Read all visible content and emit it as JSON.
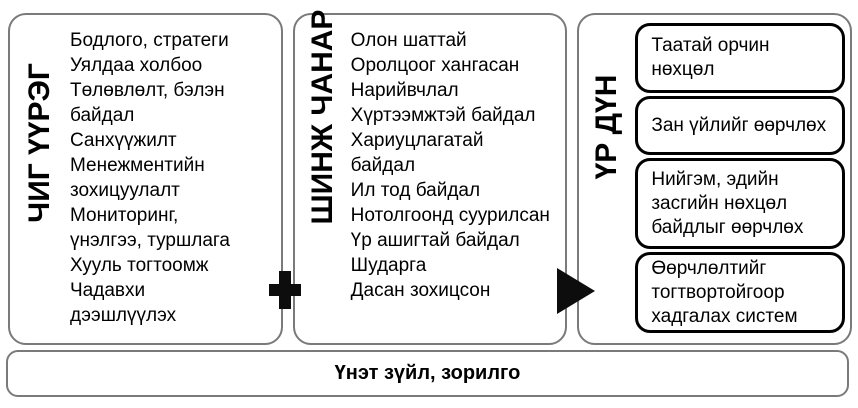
{
  "diagram": {
    "panels": [
      {
        "id": "functions",
        "label": "ЧИГ ҮҮРЭГ",
        "items": [
          "Бодлого, стратеги",
          "Уялдаа холбоо",
          "Төлөвлөлт, бэлэн байдал",
          "Санхүүжилт",
          "Менежментийн зохицуулалт",
          "Мониторинг, үнэлгээ, туршлага",
          "Хууль тогтоомж",
          "Чадавхи дээшлүүлэх"
        ]
      },
      {
        "id": "qualities",
        "label": "ШИНЖ ЧАНАР",
        "items": [
          "Олон шаттай",
          "Оролцоог хангасан",
          "Нарийвчлал",
          "Хүртээмжтэй байдал",
          "Хариуцлагатай байдал",
          "Ил тод байдал",
          "Нотолгоонд суурилсан",
          "Үр ашигтай байдал",
          "Шударга",
          "Дасан зохицсон"
        ]
      },
      {
        "id": "results",
        "label": "ҮР ДҮН",
        "boxes": [
          "Таатай орчин нөхцөл",
          "Зан үйлийг өөрчлөх",
          "Нийгэм, эдийн засгийн нөхцөл байдлыг өөрчлөх",
          "Өөрчлөлтийг тогтвортойгоор хадгалах систем"
        ]
      }
    ],
    "connectors": [
      {
        "name": "plus-icon",
        "glyph": "+"
      },
      {
        "name": "arrow-right-icon",
        "glyph": "▶"
      }
    ],
    "footer": {
      "label": "Үнэт зүйл, зорилго"
    },
    "colors": {
      "panel_border": "#7a7a7a",
      "result_box_border": "#000000",
      "connector": "#0d0d0d",
      "text": "#000000",
      "background": "#ffffff"
    }
  }
}
